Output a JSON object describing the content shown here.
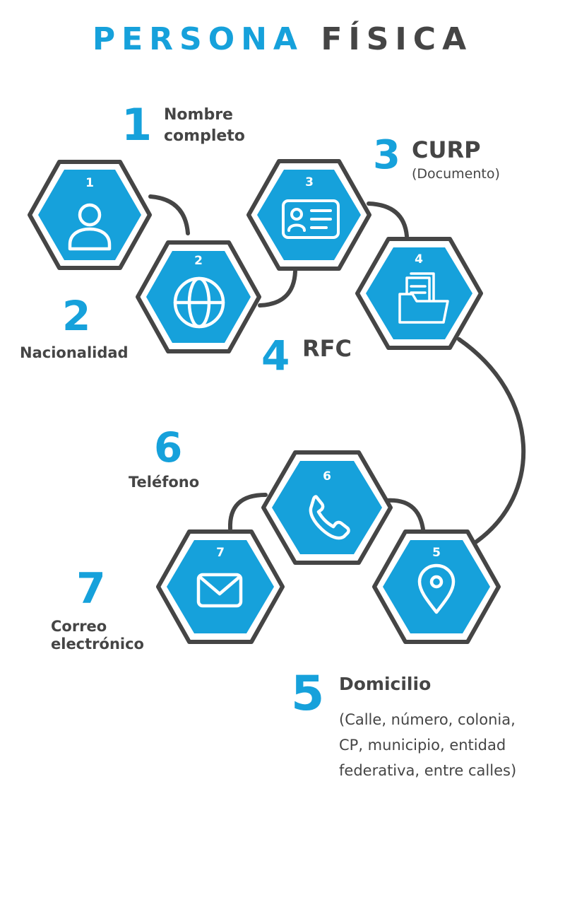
{
  "title": {
    "word1": "PERSONA",
    "word2": "FÍSICA"
  },
  "colors": {
    "accent": "#16A1DB",
    "dark": "#454545",
    "ring": "#454545",
    "background": "#FFFFFF"
  },
  "steps": [
    {
      "number": "1",
      "label_lines": [
        "Nombre",
        "completo"
      ],
      "subtitle": "",
      "icon": "user-icon"
    },
    {
      "number": "2",
      "label_lines": [
        "Nacionalidad"
      ],
      "subtitle": "",
      "icon": "globe-icon"
    },
    {
      "number": "3",
      "label_lines": [
        "CURP"
      ],
      "subtitle": "(Documento)",
      "icon": "id-card-icon"
    },
    {
      "number": "4",
      "label_lines": [
        "RFC"
      ],
      "subtitle": "",
      "icon": "document-folder-icon"
    },
    {
      "number": "5",
      "label_lines": [
        "Domicilio"
      ],
      "subtitle_lines": [
        "(Calle, número, colonia,",
        "CP, municipio, entidad",
        "federativa, entre calles)"
      ],
      "icon": "location-pin-icon"
    },
    {
      "number": "6",
      "label_lines": [
        "Teléfono"
      ],
      "subtitle": "",
      "icon": "phone-icon"
    },
    {
      "number": "7",
      "label_lines": [
        "Correo",
        "electrónico"
      ],
      "subtitle": "",
      "icon": "envelope-icon"
    }
  ]
}
